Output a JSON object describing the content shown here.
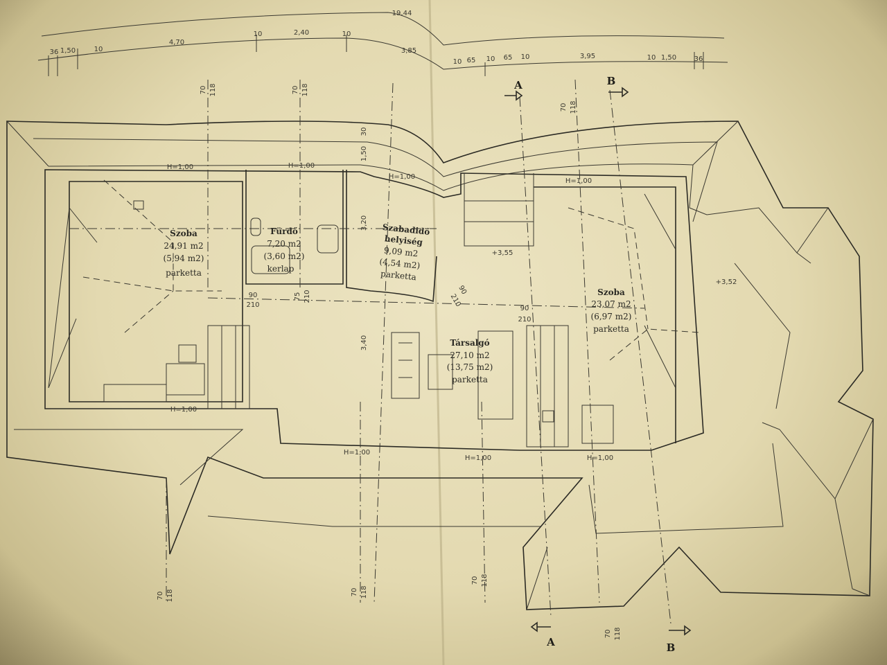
{
  "rooms": [
    {
      "name": "Szoba",
      "area": "24,91 m2",
      "floor_area": "(5,94 m2)",
      "finish": "parketta"
    },
    {
      "name": "Fürdő",
      "area": "7,20 m2",
      "floor_area": "(3,60 m2)",
      "finish": "kerlap"
    },
    {
      "name": "Szabadidő",
      "name2": "helyiség",
      "area": "9,09 m2",
      "floor_area": "(4,54 m2)",
      "finish": "parketta"
    },
    {
      "name": "Társalgó",
      "area": "27,10 m2",
      "floor_area": "(13,75 m2)",
      "finish": "parketta"
    },
    {
      "name": "Szoba",
      "area": "23,07 m2",
      "floor_area": "(6,97 m2)",
      "finish": "parketta"
    }
  ],
  "sections": {
    "a": "A",
    "b": "B"
  },
  "levels": {
    "stair": "+3,55",
    "right": "+3,52"
  },
  "parapet": "H=1,00",
  "dimensions": {
    "total": "19,44",
    "top_left": [
      "36",
      "1,50",
      "10",
      "4,70",
      "10",
      "2,40",
      "10",
      "3,85"
    ],
    "top_right": [
      "10",
      "65",
      "10",
      "65",
      "10",
      "3,95",
      "10",
      "1,50",
      "36"
    ],
    "door_a": [
      "90",
      "210"
    ],
    "door_b": [
      "90",
      "210"
    ],
    "door_c": [
      "90",
      "210"
    ],
    "door_d": [
      "75",
      "210"
    ],
    "window": [
      "70",
      "118"
    ],
    "wall_a": [
      "30",
      "1,50"
    ],
    "wall_b": [
      "3,20"
    ],
    "wall_c": [
      "3,40"
    ]
  }
}
